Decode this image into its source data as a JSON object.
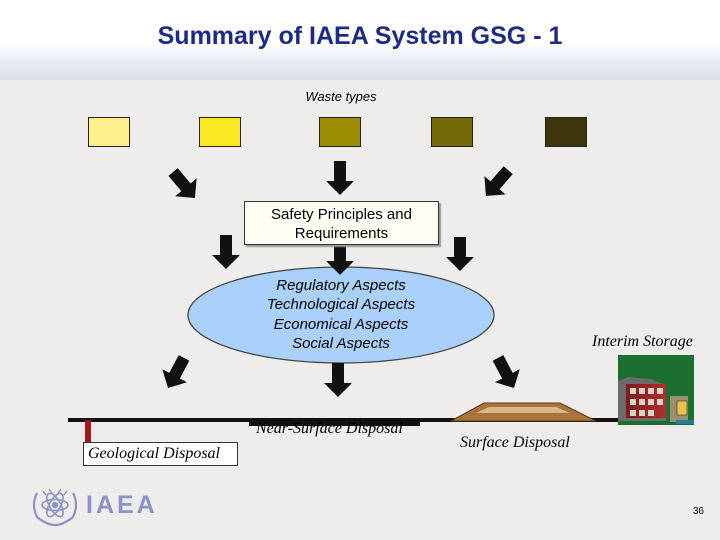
{
  "title": "Summary of IAEA System GSG - 1",
  "waste_types_label": "Waste types",
  "waste_swatches": [
    "#fef08a",
    "#fae823",
    "#9b8e03",
    "#716a07",
    "#3d350c"
  ],
  "safety_box": "Safety Principles and Requirements",
  "aspects": [
    "Regulatory Aspects",
    "Technological Aspects",
    "Economical Aspects",
    "Social Aspects"
  ],
  "disposal_labels": {
    "geological": "Geological Disposal",
    "near_surface": "Near-Surface Disposal",
    "surface": "Surface Disposal",
    "interim": "Interim Storage"
  },
  "colors": {
    "title": "#1e2b86",
    "ellipse": "#a9d1fb",
    "mound": "#b07a3c",
    "brand": "#8a93c9"
  },
  "brand": "IAEA",
  "page_number": "36"
}
